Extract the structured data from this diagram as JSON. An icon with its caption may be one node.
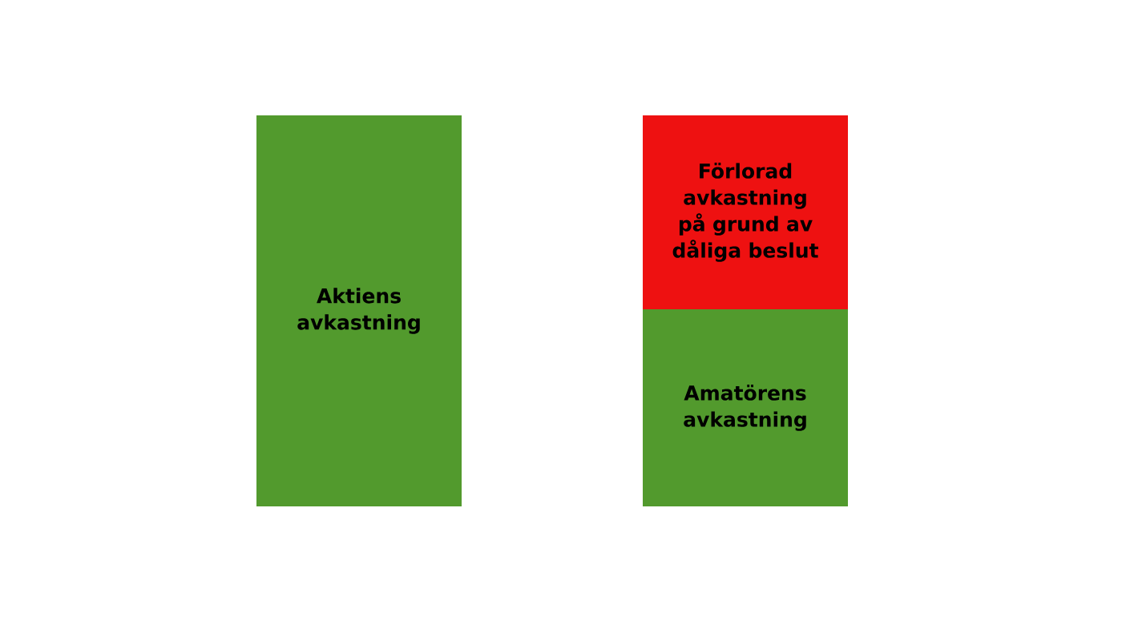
{
  "diagram": {
    "nodes": [
      {
        "text": [
          "Aktiens avkastning"
        ]
      },
      {
        "text": [
          "Förlorad avkastning på grund av dåliga beslut"
        ]
      },
      {
        "text": [
          "Amatörens avkastning"
        ]
      }
    ]
  }
}
